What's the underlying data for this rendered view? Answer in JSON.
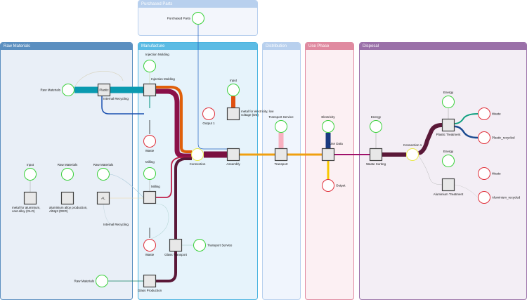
{
  "panels": {
    "purchased": "Purchased Parts",
    "raw": "Raw Materials",
    "manufacture": "Manufacture",
    "distribution": "Distribution",
    "use": "Use Phase",
    "disposal": "Disposal"
  },
  "colors": {
    "input_circle": "#3ad13a",
    "output_circle": "#e0303a",
    "connector_circle": "#e8e84a",
    "plastic_flow": "#0a9ab0",
    "orange_flow": "#e0600a",
    "maroon_flow": "#5a1838",
    "assembly_flow": "#f0a010",
    "use_flow": "#a0106a",
    "electricity_flow": "#1a3a80",
    "transport_flow": "#f8b0c0"
  },
  "nodes": {
    "raw_materials_1": "Raw Materials",
    "plastic": "Plastic",
    "internal_recycling_1": "Internal Recycling",
    "input_al": "Input",
    "raw_materials_2": "Raw Materials",
    "raw_materials_3": "Raw Materials",
    "metal_cast": "metal for aluminium, cast alloy (GLO)",
    "al_alloy": "aluminium alloy production, AlMg3 (RER)",
    "al_box": "AL",
    "internal_recycling_2": "Internal Recycling",
    "raw_materials_4": "Raw Materials",
    "purchased_parts": "Purchased Parts",
    "injection_molding_in": "Injection Molding",
    "injection_molding": "Injection Molding",
    "waste_1": "Waste",
    "milling_in": "Milling",
    "milling": "Milling",
    "waste_2": "Waste",
    "glass_transport": "Glass Transport",
    "transport_service_1": "Transport Service",
    "glass_production": "Glass Production",
    "output_1": "Output 1",
    "input_elec": "Input",
    "metal_elec": "metal for electricity, low voltage (DE)",
    "connection": "Connection",
    "assembly": "Assembly",
    "transport_service_2": "Transport Service",
    "transport": "Transport",
    "electricity": "Electricity",
    "use_data": "Use Data",
    "output": "Output",
    "energy_1": "Energy",
    "waste_sorting": "Waste Sorting",
    "connection_1": "Connection 1",
    "energy_2": "Energy",
    "plastic_treatment": "Plastic Treatment",
    "waste_3": "Waste",
    "plastic_recycled": "Plastic_recycled",
    "energy_3": "Energy",
    "aluminium_treatment": "Aluminium Treatment",
    "waste_4": "Waste",
    "aluminium_recycled": "Aluminium_recycled"
  }
}
